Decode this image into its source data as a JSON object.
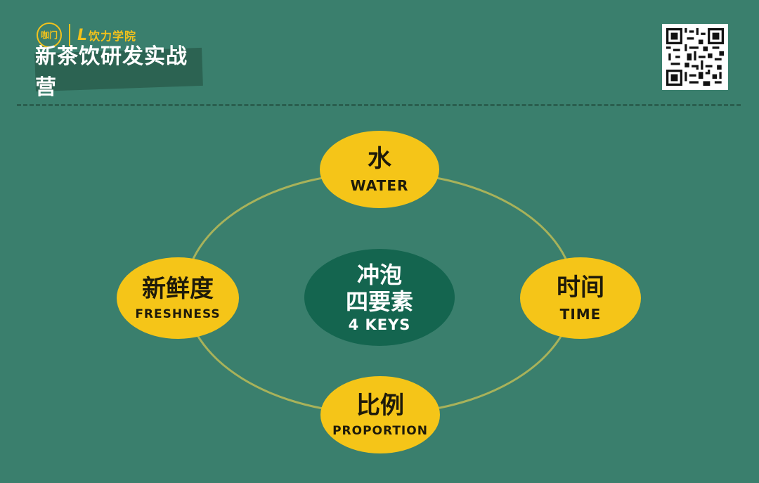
{
  "header": {
    "badge_text": "咖门",
    "academy": "饮力学院",
    "title": "新茶饮研发实战营"
  },
  "diagram": {
    "center": {
      "line1": "冲泡",
      "line2": "四要素",
      "en": "4 KEYS"
    },
    "nodes": [
      {
        "zh": "水",
        "en": "WATER"
      },
      {
        "zh": "时间",
        "en": "TIME"
      },
      {
        "zh": "比例",
        "en": "PROPORTION"
      },
      {
        "zh": "新鲜度",
        "en": "FRESHNESS"
      }
    ]
  },
  "colors": {
    "background": "#3a7f6d",
    "node_fill": "#f5c518",
    "center_fill": "#14654f",
    "ring": "#a8b25a",
    "accent": "#f2c21c"
  }
}
